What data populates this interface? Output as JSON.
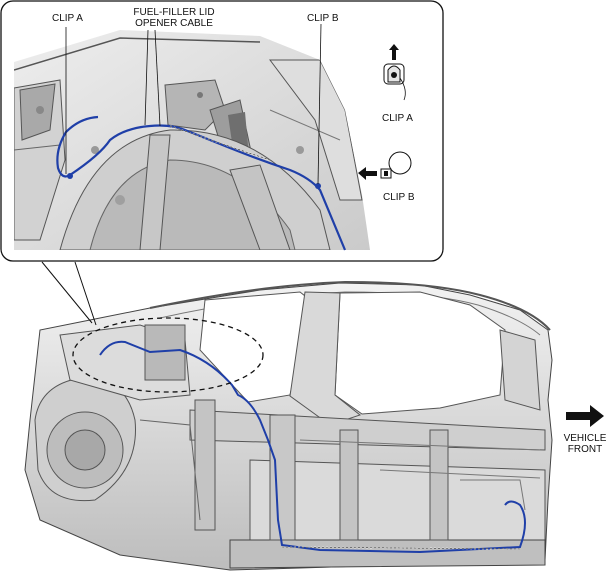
{
  "labels": {
    "clip_a_top": "CLIP A",
    "cable_line1": "FUEL-FILLER LID",
    "cable_line2": "OPENER CABLE",
    "clip_b_top": "CLIP B",
    "clip_a_legend": "CLIP A",
    "clip_b_legend": "CLIP B",
    "vehicle_front_line1": "VEHICLE",
    "vehicle_front_line2": "FRONT"
  },
  "colors": {
    "cable": "#1f3fa8",
    "body_light": "#e6e6e6",
    "body_mid": "#c8c8c8",
    "body_dark": "#8a8a8a",
    "outline": "#222222"
  },
  "icons": [
    "arrow-up-icon",
    "arrow-left-icon",
    "arrow-right-icon",
    "clip-a-icon",
    "clip-b-icon"
  ]
}
